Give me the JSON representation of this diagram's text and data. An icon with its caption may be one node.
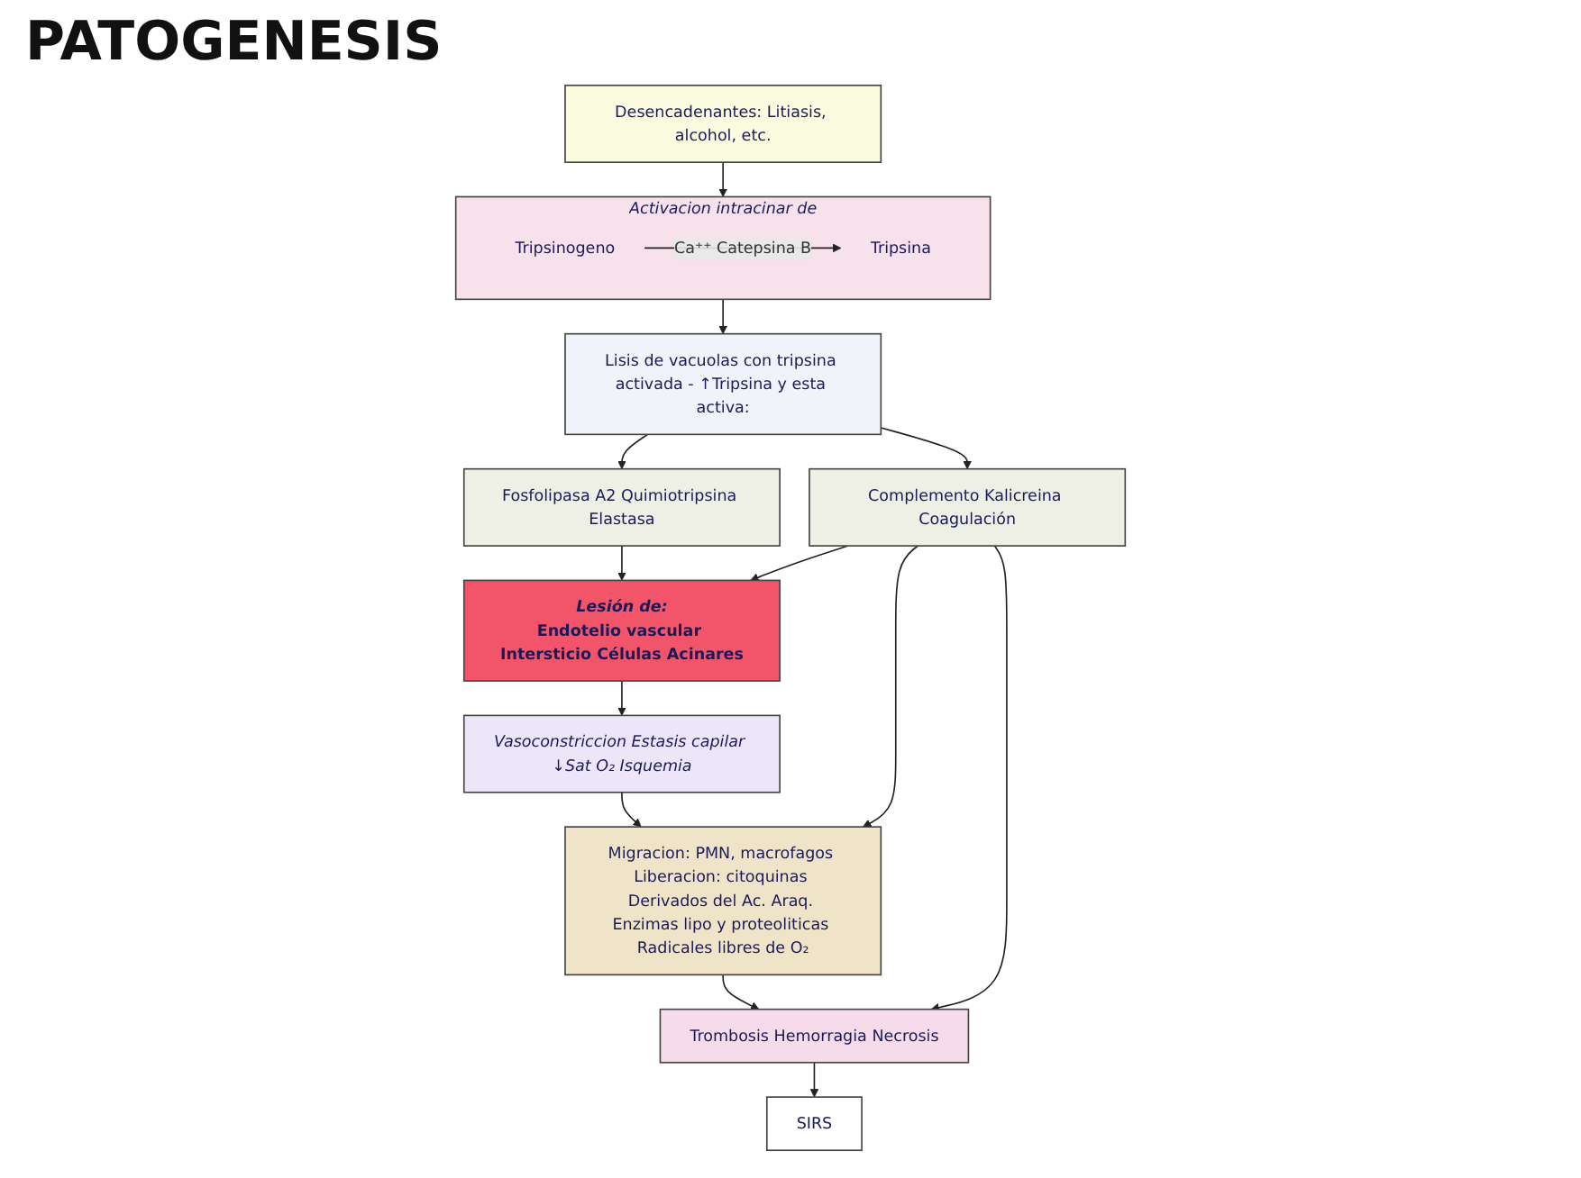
{
  "diagram": {
    "title": "PATOGENESIS",
    "nodes": [
      {
        "text": [
          "Desencadenantes: Litiasis, alcohol, etc."
        ]
      },
      {
        "text": [
          "Activacion intracinar de"
        ]
      },
      {
        "text": [
          "Tripsinogeno"
        ],
        "in": 1
      },
      {
        "text": [
          "Tripsina"
        ],
        "in": 1
      },
      {
        "text": [
          "Lisis de vacuolas con tripsina activada - ↑Tripsina y esta activa:"
        ]
      },
      {
        "text": [
          "Fosfolipasa A2 Quimiotripsina Elastasa"
        ]
      },
      {
        "text": [
          "Lesión de:",
          "Endotelio vascular Intersticio Células Acinares"
        ]
      },
      {
        "text": [
          "Complemento Kalicreina Coagulación"
        ]
      },
      {
        "text": [
          "Vasoconstriccion Estasis capilar ↓Sat O₂ Isquemia"
        ]
      },
      {
        "text": [
          "Migracion: PMN, macrofagos Liberacion: citoquinas Derivados del Ac. Araq. Enzimas lipo y proteoliticas Radicales libres de O₂"
        ]
      },
      {
        "text": [
          "Trombosis Hemorragia Necrosis"
        ]
      },
      {
        "text": [
          "SIRS"
        ]
      }
    ],
    "edges": [
      {
        "from": 0,
        "to": 1,
        "arrow": "to"
      },
      {
        "from": 2,
        "to": 3,
        "arrow": "to",
        "label": "Ca⁺⁺ Catepsina B"
      },
      {
        "from": 1,
        "to": 4,
        "arrow": "to"
      },
      {
        "from": 4,
        "to": 5,
        "arrow": "to"
      },
      {
        "from": 4,
        "to": 7,
        "arrow": "to"
      },
      {
        "from": 5,
        "to": 6,
        "arrow": "to"
      },
      {
        "from": 7,
        "to": 6,
        "arrow": "to"
      },
      {
        "from": 6,
        "to": 8,
        "arrow": "to"
      },
      {
        "from": 7,
        "to": 9,
        "arrow": "to"
      },
      {
        "from": 7,
        "to": 10,
        "arrow": "to"
      },
      {
        "from": 8,
        "to": 9,
        "arrow": "to"
      },
      {
        "from": 9,
        "to": 10,
        "arrow": "to"
      },
      {
        "from": 10,
        "to": 11,
        "arrow": "to"
      }
    ]
  }
}
